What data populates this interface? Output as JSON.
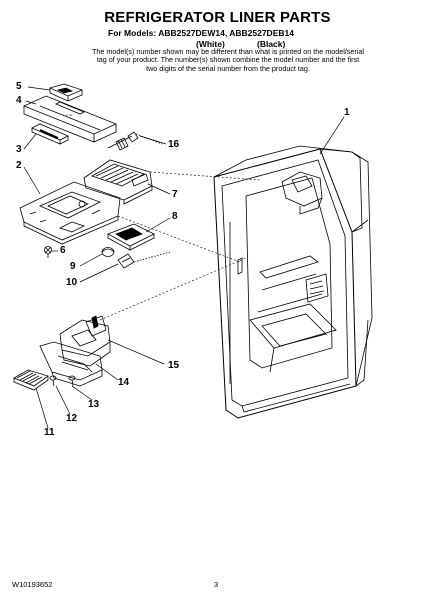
{
  "header": {
    "title": "REFRIGERATOR LINER PARTS",
    "models_line": "For Models: ABB2527DEW14, ABB2527DEB14",
    "color_white": "(White)",
    "color_black": "(Black)",
    "notice": "The model(s) number shown may be different than what is printed on the model/serial tag of your product. The number(s) shown combine the model number and the first two digits of the serial number from the product tag."
  },
  "callouts": [
    "1",
    "2",
    "3",
    "4",
    "5",
    "6",
    "7",
    "8",
    "9",
    "10",
    "11",
    "12",
    "13",
    "14",
    "15",
    "16"
  ],
  "footer": {
    "doc_number": "W10193652",
    "page_number": "3"
  }
}
